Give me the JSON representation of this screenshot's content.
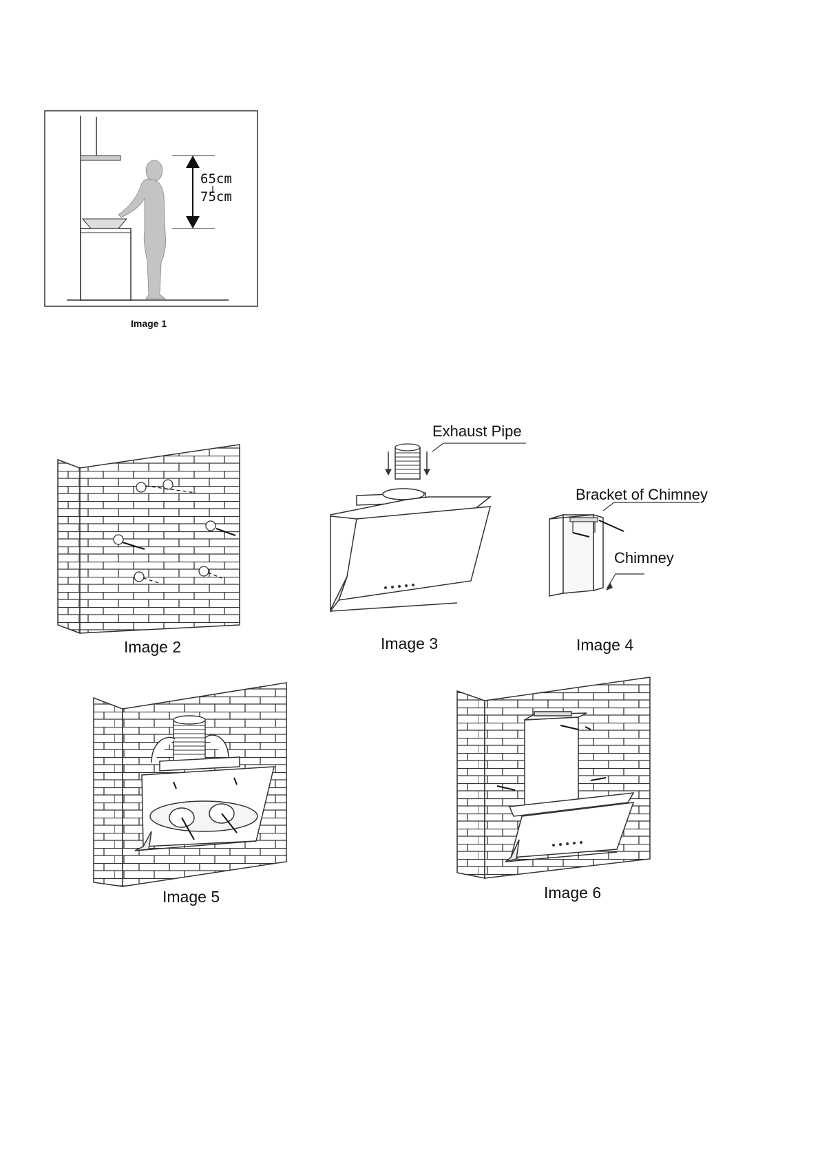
{
  "figures": {
    "image1": {
      "caption": "Image 1",
      "dimension_top": "65cm",
      "dimension_bottom": "75cm"
    },
    "image2": {
      "caption": "Image 2"
    },
    "image3": {
      "caption": "Image 3",
      "callout": "Exhaust Pipe"
    },
    "image4": {
      "caption": "Image 4",
      "callout_bracket": "Bracket of Chimney",
      "callout_chimney": "Chimney"
    },
    "image5": {
      "caption": "Image 5"
    },
    "image6": {
      "caption": "Image 6"
    }
  }
}
